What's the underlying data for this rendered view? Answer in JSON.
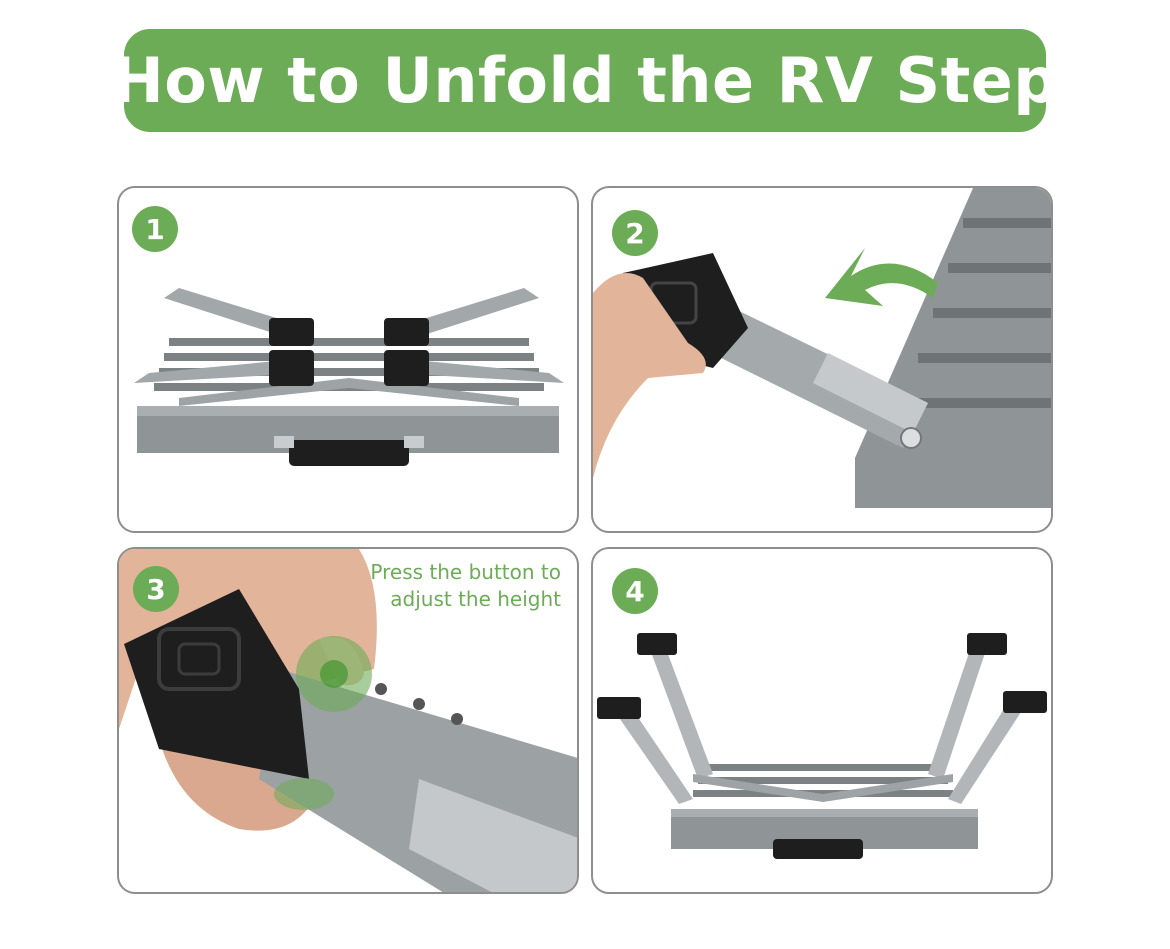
{
  "title": "How to Unfold the RV Step",
  "colors": {
    "accent_green": "#6cac56",
    "panel_border": "#8e8e8e",
    "metal_gray": "#8f9597",
    "rubber_black": "#1e1e1e"
  },
  "steps": [
    {
      "number": "1"
    },
    {
      "number": "2"
    },
    {
      "number": "3",
      "caption_line1": "Press the button to",
      "caption_line2": "adjust the height"
    },
    {
      "number": "4"
    }
  ]
}
